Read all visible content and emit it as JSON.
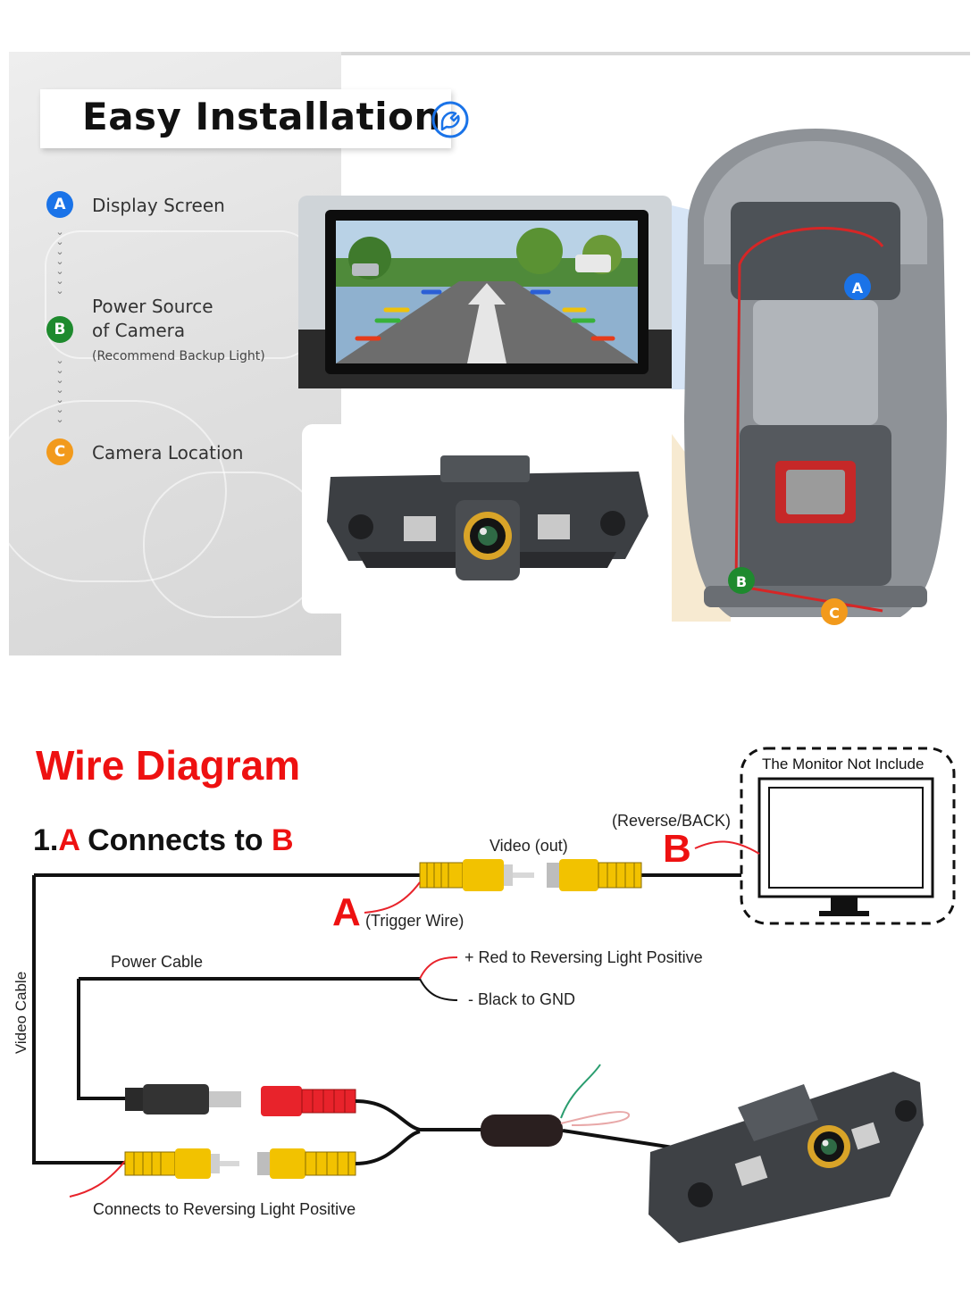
{
  "install": {
    "title": "Easy Installation",
    "steps": [
      {
        "badge": "A",
        "label": "Display Screen",
        "color": "#1a73e8"
      },
      {
        "badge": "B",
        "label_line1": "Power Source",
        "label_line2": "of Camera",
        "note": "(Recommend Backup Light)",
        "color": "#1e8a2e"
      },
      {
        "badge": "C",
        "label": "Camera Location",
        "color": "#f29a1c"
      }
    ],
    "car_markers": [
      "A",
      "B",
      "C"
    ]
  },
  "wire": {
    "title": "Wire Diagram",
    "connects": {
      "prefix": "1.",
      "from": "A",
      "middle": " Connects to ",
      "to": "B"
    },
    "monitor_label": "The Monitor Not Include",
    "reverse_label": "(Reverse/BACK)",
    "video_out_label": "Video (out)",
    "letter_a": "A",
    "letter_b": "B",
    "trigger_label": "(Trigger Wire)",
    "power_cable_label": "Power Cable",
    "red_label": "+ Red to Reversing Light Positive",
    "black_label": "- Black to GND",
    "video_cable_label": "Video Cable",
    "bottom_label": "Connects to Reversing Light Positive"
  },
  "colors": {
    "accent_red": "#ee1111",
    "rca_yellow": "#f2c200",
    "power_red": "#e8232b",
    "badge_blue": "#1a73e8",
    "badge_green": "#1e8a2e",
    "badge_orange": "#f29a1c"
  }
}
